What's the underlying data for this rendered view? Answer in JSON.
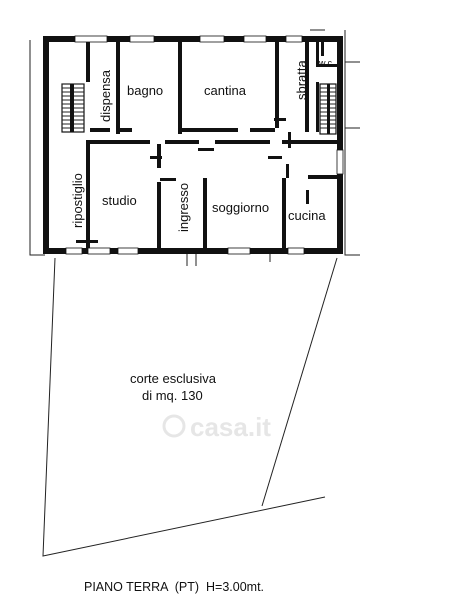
{
  "rooms": {
    "dispensa": "dispensa",
    "bagno": "bagno",
    "cantina": "cantina",
    "sbratta": "sbratta",
    "wc": "w.c.",
    "ripostiglio": "ripostiglio",
    "studio": "studio",
    "ingresso": "ingresso",
    "soggiorno": "soggiorno",
    "cucina": "cucina"
  },
  "courtyard": {
    "line1": "corte esclusiva",
    "line2": "di mq. 130"
  },
  "watermark": "casa.it",
  "caption": "PIANO TERRA  (PT)  H=3.00mt."
}
